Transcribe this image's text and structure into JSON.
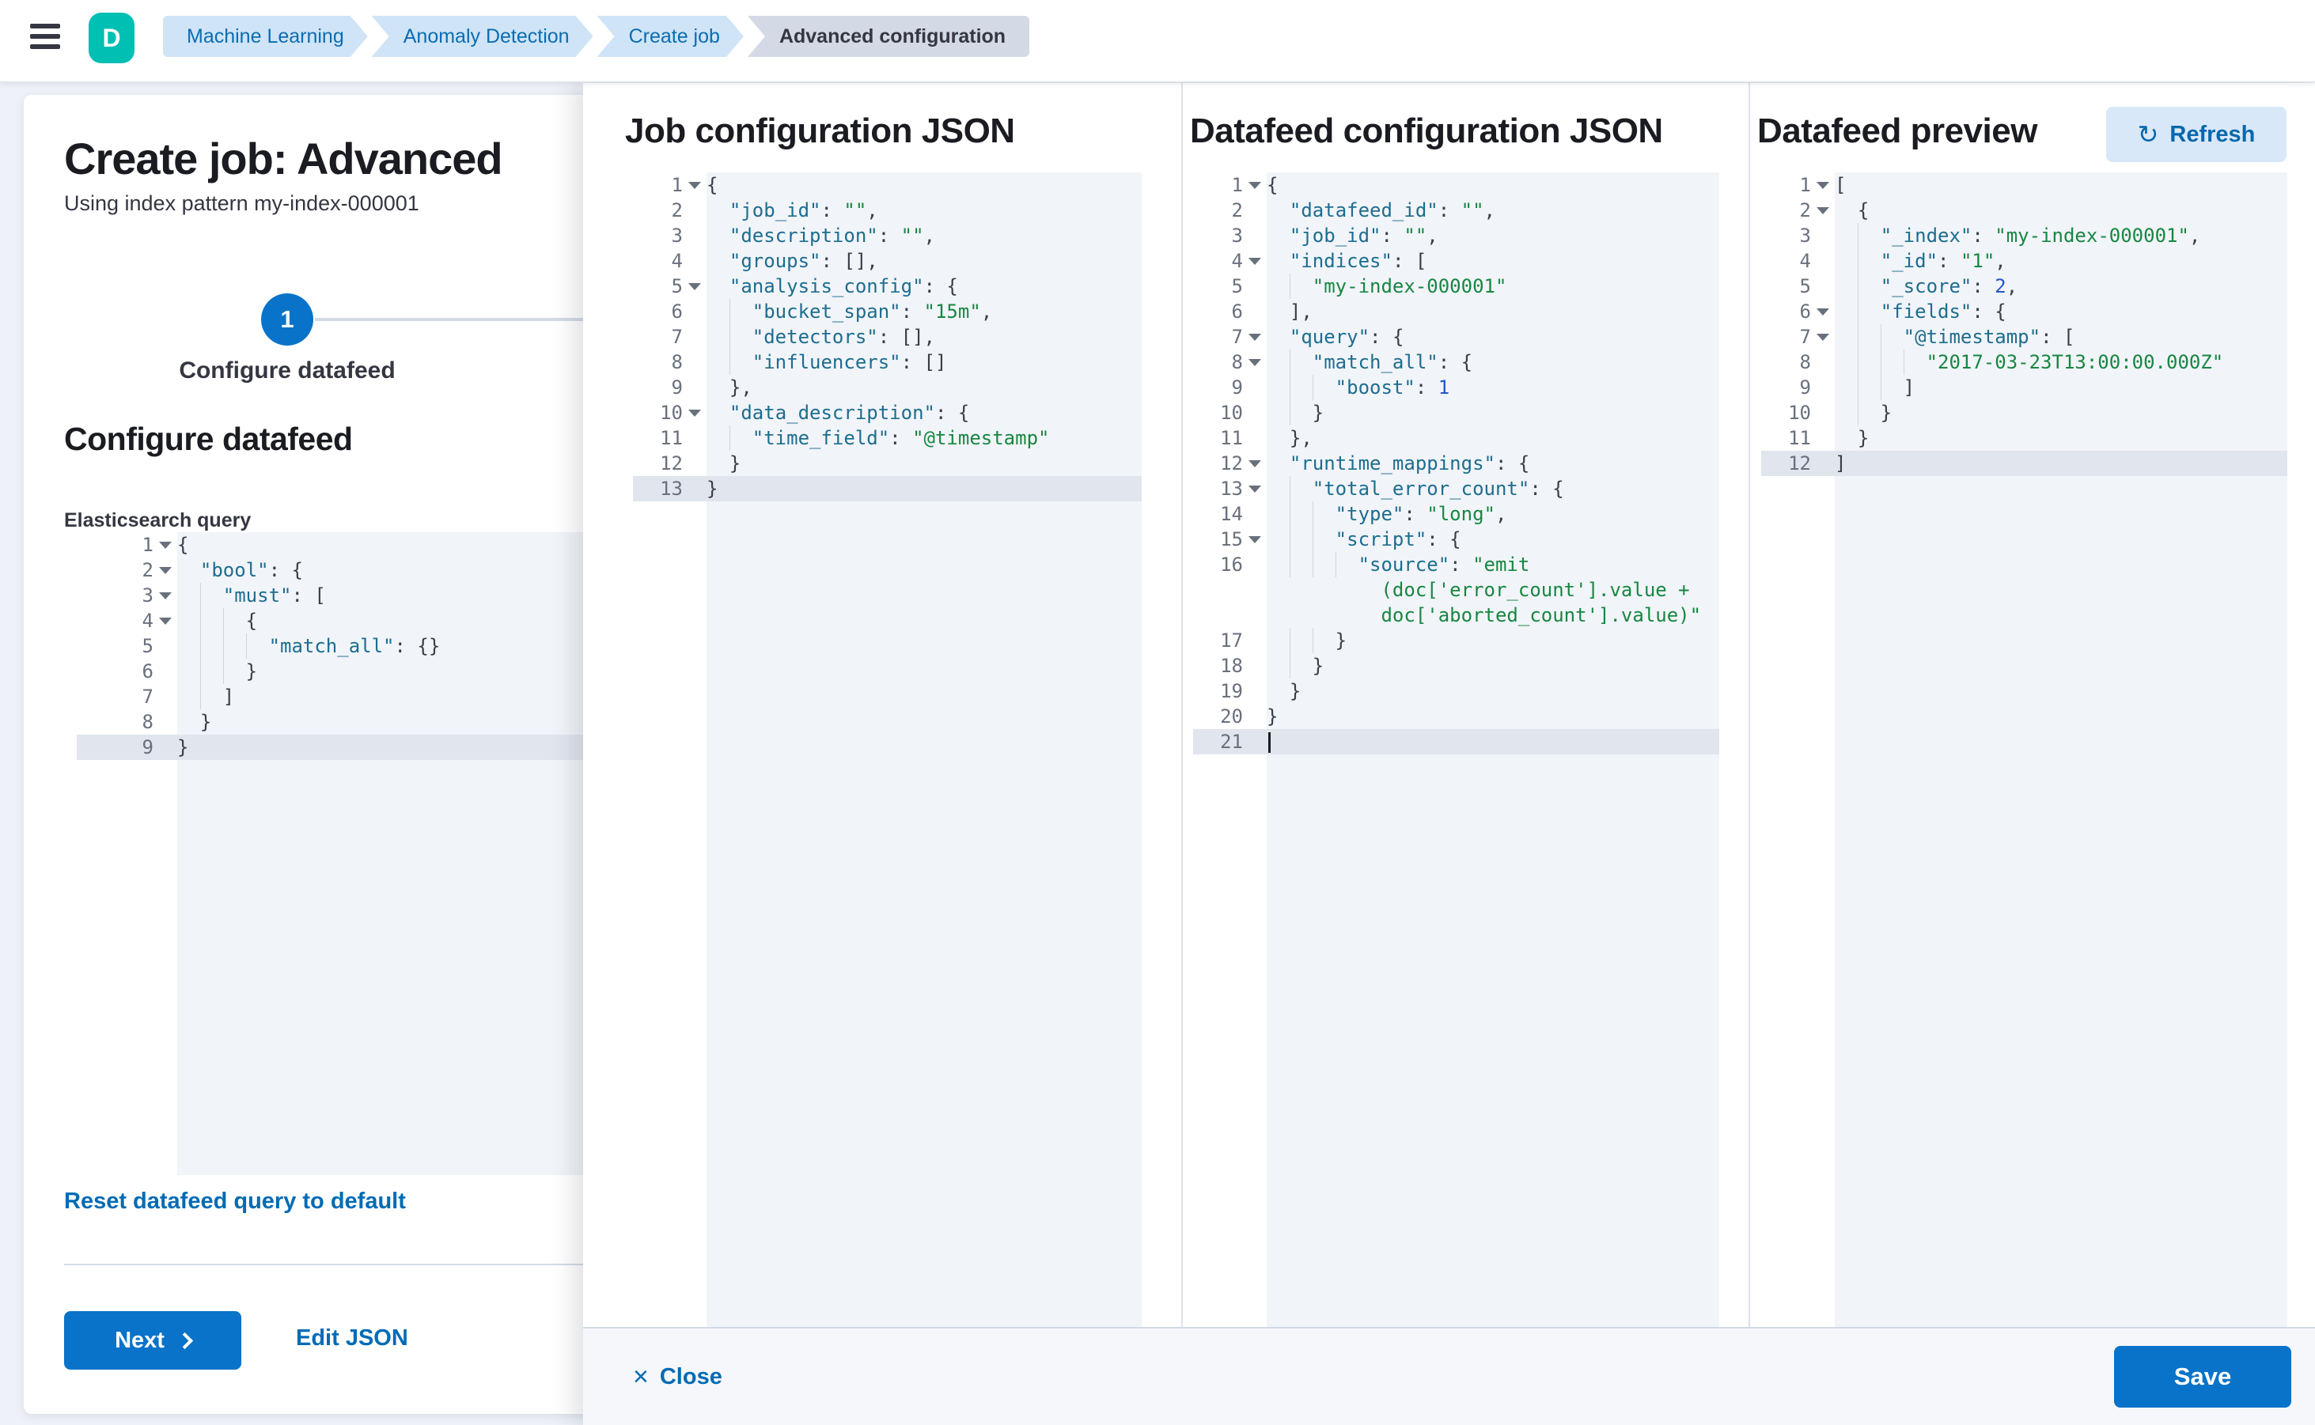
{
  "header": {
    "logo_letter": "D",
    "breadcrumbs": [
      {
        "label": "Machine Learning"
      },
      {
        "label": "Anomaly Detection"
      },
      {
        "label": "Create job"
      },
      {
        "label": "Advanced configuration"
      }
    ]
  },
  "left_panel": {
    "title": "Create job: Advanced",
    "subtitle": "Using index pattern my-index-000001",
    "step_number": "1",
    "step_label": "Configure datafeed",
    "section_heading": "Configure datafeed",
    "query_label": "Elasticsearch query",
    "reset_link": "Reset datafeed query to default",
    "next_button": "Next",
    "edit_json_link": "Edit JSON"
  },
  "flyout": {
    "job_title": "Job configuration JSON",
    "datafeed_title": "Datafeed configuration JSON",
    "preview_title": "Datafeed preview",
    "refresh_button": "Refresh",
    "close_button": "Close",
    "save_button": "Save"
  },
  "colors": {
    "primary_button": "#0873c9",
    "link": "#006bb4",
    "logo_badge": "#00bfb3",
    "breadcrumb_blue_bg": "#cfe4f6",
    "breadcrumb_gray_bg": "#d3dae6",
    "editor_bg": "#f1f4f8",
    "editor_active_line": "#e0e5ee",
    "token_key": "#1d6d8f",
    "token_string": "#188642",
    "token_number": "#2456c8"
  },
  "editors": {
    "query": {
      "lines": [
        {
          "n": 1,
          "fold": true,
          "ind": 0,
          "toks": [
            [
              "p",
              "{"
            ]
          ]
        },
        {
          "n": 2,
          "fold": true,
          "ind": 1,
          "toks": [
            [
              "k",
              "\"bool\""
            ],
            [
              "p",
              ": {"
            ]
          ]
        },
        {
          "n": 3,
          "fold": true,
          "ind": 2,
          "toks": [
            [
              "k",
              "\"must\""
            ],
            [
              "p",
              ": ["
            ]
          ]
        },
        {
          "n": 4,
          "fold": true,
          "ind": 3,
          "toks": [
            [
              "p",
              "{"
            ]
          ]
        },
        {
          "n": 5,
          "ind": 4,
          "toks": [
            [
              "k",
              "\"match_all\""
            ],
            [
              "p",
              ": {}"
            ]
          ]
        },
        {
          "n": 6,
          "ind": 3,
          "toks": [
            [
              "p",
              "}"
            ]
          ]
        },
        {
          "n": 7,
          "ind": 2,
          "toks": [
            [
              "p",
              "]"
            ]
          ]
        },
        {
          "n": 8,
          "ind": 1,
          "toks": [
            [
              "p",
              "}"
            ]
          ]
        },
        {
          "n": 9,
          "active": true,
          "ind": 0,
          "toks": [
            [
              "p",
              "}"
            ]
          ]
        }
      ]
    },
    "job": {
      "lines": [
        {
          "n": 1,
          "fold": true,
          "ind": 0,
          "toks": [
            [
              "p",
              "{"
            ]
          ]
        },
        {
          "n": 2,
          "ind": 1,
          "toks": [
            [
              "k",
              "\"job_id\""
            ],
            [
              "p",
              ": "
            ],
            [
              "s",
              "\"\""
            ],
            [
              "p",
              ","
            ]
          ]
        },
        {
          "n": 3,
          "ind": 1,
          "toks": [
            [
              "k",
              "\"description\""
            ],
            [
              "p",
              ": "
            ],
            [
              "s",
              "\"\""
            ],
            [
              "p",
              ","
            ]
          ]
        },
        {
          "n": 4,
          "ind": 1,
          "toks": [
            [
              "k",
              "\"groups\""
            ],
            [
              "p",
              ": [],"
            ]
          ]
        },
        {
          "n": 5,
          "fold": true,
          "ind": 1,
          "toks": [
            [
              "k",
              "\"analysis_config\""
            ],
            [
              "p",
              ": {"
            ]
          ]
        },
        {
          "n": 6,
          "ind": 2,
          "toks": [
            [
              "k",
              "\"bucket_span\""
            ],
            [
              "p",
              ": "
            ],
            [
              "s",
              "\"15m\""
            ],
            [
              "p",
              ","
            ]
          ]
        },
        {
          "n": 7,
          "ind": 2,
          "toks": [
            [
              "k",
              "\"detectors\""
            ],
            [
              "p",
              ": [],"
            ]
          ]
        },
        {
          "n": 8,
          "ind": 2,
          "toks": [
            [
              "k",
              "\"influencers\""
            ],
            [
              "p",
              ": []"
            ]
          ]
        },
        {
          "n": 9,
          "ind": 1,
          "toks": [
            [
              "p",
              "},"
            ]
          ]
        },
        {
          "n": 10,
          "fold": true,
          "ind": 1,
          "toks": [
            [
              "k",
              "\"data_description\""
            ],
            [
              "p",
              ": {"
            ]
          ]
        },
        {
          "n": 11,
          "ind": 2,
          "toks": [
            [
              "k",
              "\"time_field\""
            ],
            [
              "p",
              ": "
            ],
            [
              "s",
              "\"@timestamp\""
            ]
          ]
        },
        {
          "n": 12,
          "ind": 1,
          "toks": [
            [
              "p",
              "}"
            ]
          ]
        },
        {
          "n": 13,
          "active": true,
          "ind": 0,
          "toks": [
            [
              "p",
              "}"
            ]
          ]
        }
      ]
    },
    "datafeed": {
      "lines": [
        {
          "n": 1,
          "fold": true,
          "ind": 0,
          "toks": [
            [
              "p",
              "{"
            ]
          ]
        },
        {
          "n": 2,
          "ind": 1,
          "toks": [
            [
              "k",
              "\"datafeed_id\""
            ],
            [
              "p",
              ": "
            ],
            [
              "s",
              "\"\""
            ],
            [
              "p",
              ","
            ]
          ]
        },
        {
          "n": 3,
          "ind": 1,
          "toks": [
            [
              "k",
              "\"job_id\""
            ],
            [
              "p",
              ": "
            ],
            [
              "s",
              "\"\""
            ],
            [
              "p",
              ","
            ]
          ]
        },
        {
          "n": 4,
          "fold": true,
          "ind": 1,
          "toks": [
            [
              "k",
              "\"indices\""
            ],
            [
              "p",
              ": ["
            ]
          ]
        },
        {
          "n": 5,
          "ind": 2,
          "toks": [
            [
              "s",
              "\"my-index-000001\""
            ]
          ]
        },
        {
          "n": 6,
          "ind": 1,
          "toks": [
            [
              "p",
              "],"
            ]
          ]
        },
        {
          "n": 7,
          "fold": true,
          "ind": 1,
          "toks": [
            [
              "k",
              "\"query\""
            ],
            [
              "p",
              ": {"
            ]
          ]
        },
        {
          "n": 8,
          "fold": true,
          "ind": 2,
          "toks": [
            [
              "k",
              "\"match_all\""
            ],
            [
              "p",
              ": {"
            ]
          ]
        },
        {
          "n": 9,
          "ind": 3,
          "toks": [
            [
              "k",
              "\"boost\""
            ],
            [
              "p",
              ": "
            ],
            [
              "n",
              "1"
            ]
          ]
        },
        {
          "n": 10,
          "ind": 2,
          "toks": [
            [
              "p",
              "}"
            ]
          ]
        },
        {
          "n": 11,
          "ind": 1,
          "toks": [
            [
              "p",
              "},"
            ]
          ]
        },
        {
          "n": 12,
          "fold": true,
          "ind": 1,
          "toks": [
            [
              "k",
              "\"runtime_mappings\""
            ],
            [
              "p",
              ": {"
            ]
          ]
        },
        {
          "n": 13,
          "fold": true,
          "ind": 2,
          "toks": [
            [
              "k",
              "\"total_error_count\""
            ],
            [
              "p",
              ": {"
            ]
          ]
        },
        {
          "n": 14,
          "ind": 3,
          "toks": [
            [
              "k",
              "\"type\""
            ],
            [
              "p",
              ": "
            ],
            [
              "s",
              "\"long\""
            ],
            [
              "p",
              ","
            ]
          ]
        },
        {
          "n": 15,
          "fold": true,
          "ind": 3,
          "toks": [
            [
              "k",
              "\"script\""
            ],
            [
              "p",
              ": {"
            ]
          ]
        },
        {
          "n": 16,
          "ind": 4,
          "toks": [
            [
              "k",
              "\"source\""
            ],
            [
              "p",
              ": "
            ],
            [
              "s",
              "\"emit"
            ]
          ]
        },
        {
          "wrap": true,
          "pad": 10,
          "toks": [
            [
              "s",
              "(doc['error_count'].value +"
            ]
          ]
        },
        {
          "wrap": true,
          "pad": 10,
          "toks": [
            [
              "s",
              "doc['aborted_count'].value)\""
            ]
          ]
        },
        {
          "n": 17,
          "ind": 3,
          "toks": [
            [
              "p",
              "}"
            ]
          ]
        },
        {
          "n": 18,
          "ind": 2,
          "toks": [
            [
              "p",
              "}"
            ]
          ]
        },
        {
          "n": 19,
          "ind": 1,
          "toks": [
            [
              "p",
              "}"
            ]
          ]
        },
        {
          "n": 20,
          "ind": 0,
          "toks": [
            [
              "p",
              "}"
            ]
          ]
        },
        {
          "n": 21,
          "active": true,
          "caret": true,
          "ind": 0,
          "toks": []
        }
      ]
    },
    "preview": {
      "lines": [
        {
          "n": 1,
          "fold": true,
          "ind": 0,
          "toks": [
            [
              "p",
              "["
            ]
          ]
        },
        {
          "n": 2,
          "fold": true,
          "ind": 1,
          "toks": [
            [
              "p",
              "{"
            ]
          ]
        },
        {
          "n": 3,
          "ind": 2,
          "toks": [
            [
              "k",
              "\"_index\""
            ],
            [
              "p",
              ": "
            ],
            [
              "s",
              "\"my-index-000001\""
            ],
            [
              "p",
              ","
            ]
          ]
        },
        {
          "n": 4,
          "ind": 2,
          "toks": [
            [
              "k",
              "\"_id\""
            ],
            [
              "p",
              ": "
            ],
            [
              "s",
              "\"1\""
            ],
            [
              "p",
              ","
            ]
          ]
        },
        {
          "n": 5,
          "ind": 2,
          "toks": [
            [
              "k",
              "\"_score\""
            ],
            [
              "p",
              ": "
            ],
            [
              "n",
              "2"
            ],
            [
              "p",
              ","
            ]
          ]
        },
        {
          "n": 6,
          "fold": true,
          "ind": 2,
          "toks": [
            [
              "k",
              "\"fields\""
            ],
            [
              "p",
              ": {"
            ]
          ]
        },
        {
          "n": 7,
          "fold": true,
          "ind": 3,
          "toks": [
            [
              "k",
              "\"@timestamp\""
            ],
            [
              "p",
              ": ["
            ]
          ]
        },
        {
          "n": 8,
          "ind": 4,
          "toks": [
            [
              "s",
              "\"2017-03-23T13:00:00.000Z\""
            ]
          ]
        },
        {
          "n": 9,
          "ind": 3,
          "toks": [
            [
              "p",
              "]"
            ]
          ]
        },
        {
          "n": 10,
          "ind": 2,
          "toks": [
            [
              "p",
              "}"
            ]
          ]
        },
        {
          "n": 11,
          "ind": 1,
          "toks": [
            [
              "p",
              "}"
            ]
          ]
        },
        {
          "n": 12,
          "active": true,
          "ind": 0,
          "toks": [
            [
              "p",
              "]"
            ]
          ]
        }
      ]
    }
  }
}
